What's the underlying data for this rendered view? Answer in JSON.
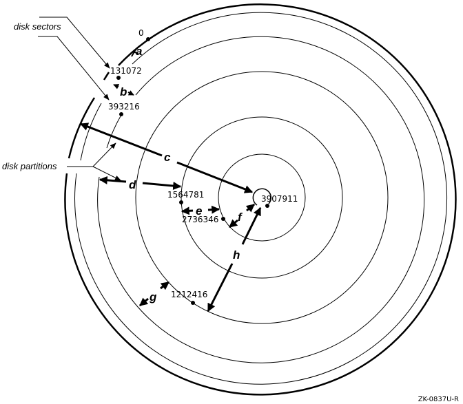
{
  "callouts": {
    "sectors": "disk sectors",
    "partitions": "disk partitions"
  },
  "sector_numbers": {
    "s0": "0",
    "s1": "131072",
    "s2": "393216",
    "s3": "1564781",
    "s4": "2736346",
    "s5": "3907911",
    "s6": "1212416"
  },
  "partition_letters": {
    "a": "a",
    "b": "b",
    "c": "c",
    "d": "d",
    "e": "e",
    "f": "f",
    "g": "g",
    "h": "h"
  },
  "figure_id": "ZK-0837U-R"
}
